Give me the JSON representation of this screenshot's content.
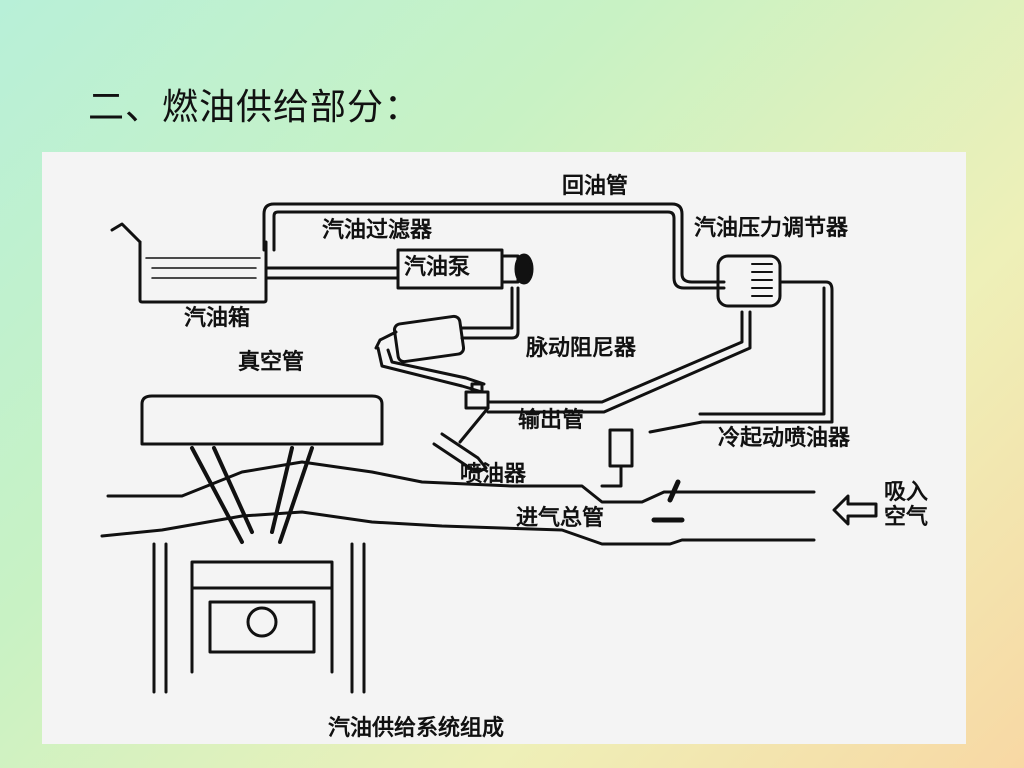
{
  "slide": {
    "title": "二、燃油供给部分："
  },
  "figure": {
    "caption": "汽油供给系统组成",
    "labels": {
      "return_pipe": "回油管",
      "pressure_regulator": "汽油压力调节器",
      "fuel_filter": "汽油过滤器",
      "fuel_pump": "汽油泵",
      "fuel_tank": "汽油箱",
      "vacuum_pipe": "真空管",
      "pulse_damper": "脉动阻尼器",
      "delivery_pipe": "输出管",
      "cold_start_injector": "冷起动喷油器",
      "injector": "喷油器",
      "intake_manifold": "进气总管",
      "air_intake": "吸入\n空气"
    }
  }
}
